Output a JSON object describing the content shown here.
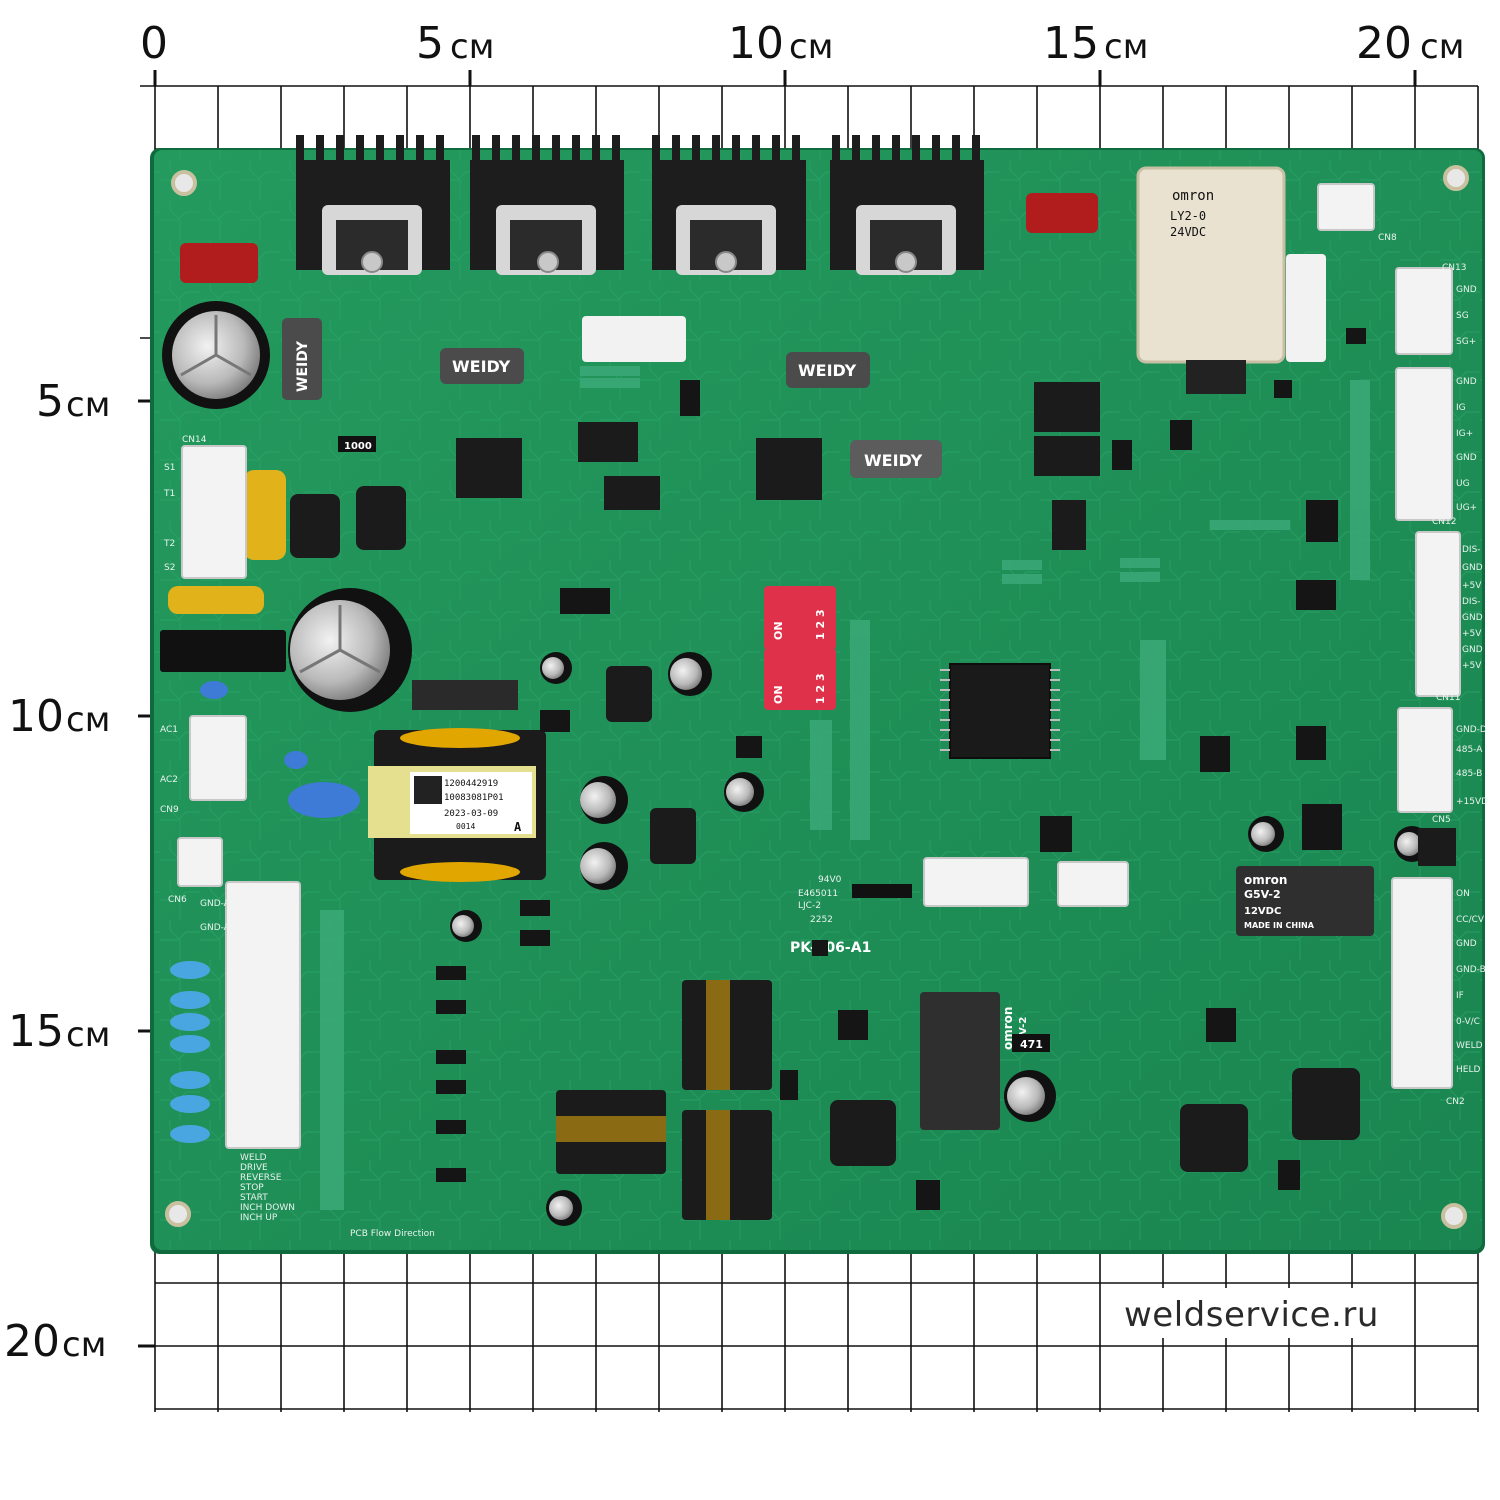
{
  "ruler": {
    "unit": "см",
    "top": [
      "0",
      "5",
      "10",
      "15",
      "20"
    ],
    "left": [
      "5",
      "10",
      "15",
      "20"
    ]
  },
  "watermark": "weldservice.ru",
  "board": {
    "model": "PK-406-A1",
    "label": {
      "line1": "1200442919",
      "line2": "10083081P01",
      "line3": "2023-03-09",
      "line4": "0014",
      "rev": "A"
    },
    "flow": "PCB Flow Direction",
    "connectors": {
      "cn14": "CN14",
      "cn8": "CN8",
      "cn13": "CN13",
      "cn12": "CN12",
      "cn11": "CN11",
      "cn5": "CN5",
      "cn2": "CN2",
      "cn9": "CN9",
      "cn6": "CN6"
    },
    "pins": {
      "s1": "S1",
      "t1": "T1",
      "t2": "T2",
      "s2": "S2",
      "ac1": "AC1",
      "ac2": "AC2"
    },
    "left_labels": [
      "GND-A",
      "GND-A",
      "WELD",
      "DRIVE",
      "REVERSE",
      "STOP",
      "START",
      "INCH DOWN",
      "INCH UP"
    ],
    "right_cn13": [
      "GND",
      "SG",
      "SG+"
    ],
    "right_cn12": [
      "GND",
      "IG",
      "IG+",
      "GND",
      "UG",
      "UG+"
    ],
    "right_cn11": [
      "DIS-",
      "GND",
      "+5V",
      "DIS-",
      "GND",
      "+5V",
      "GND",
      "+5V"
    ],
    "right_cn5": [
      "GND-D",
      "485-A",
      "485-B",
      "+15VD"
    ],
    "right_cn2": [
      "ON",
      "CC/CV",
      "GND",
      "GND-B",
      "IF",
      "0-V/C",
      "WELD",
      "HELD"
    ],
    "relay_top": {
      "brand": "omron",
      "model": "LY2-0",
      "coil": "24VDC"
    },
    "relay_right": {
      "brand": "omron",
      "model": "G5V-2",
      "coil": "12VDC",
      "note": "MADE IN CHINA"
    },
    "relay_mid": {
      "brand": "omron",
      "model": "G5V-2"
    },
    "dip": {
      "on": "ON",
      "nums": "1 2 3"
    },
    "brand_mark": "WEIDY",
    "cert": {
      "ul": "94V0",
      "code": "E465011",
      "lot": "LJC-2",
      "date": "2252"
    },
    "resistor_mark": "471",
    "cap_mark": "1000"
  },
  "colors": {
    "board": "#1f8f57",
    "board_edge": "#d9d3b6",
    "grid": "#111111"
  }
}
